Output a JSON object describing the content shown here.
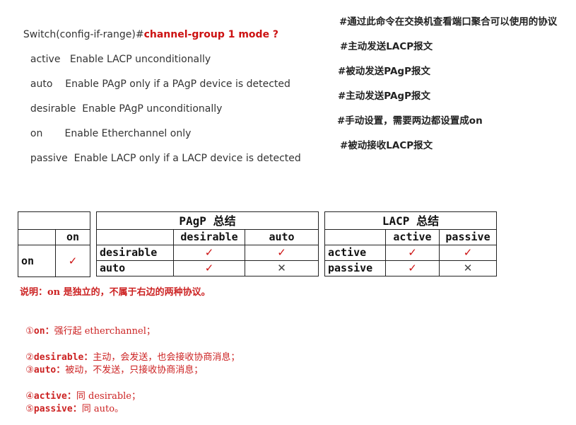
{
  "command": {
    "prompt": "Switch(config-if-range)#",
    "input": "channel-group 1 mode ?",
    "comment": "#通过此命令在交换机查看端口聚合可以使用的协议"
  },
  "modes": [
    {
      "keyword": "active",
      "description": "Enable LACP unconditionally",
      "comment": "#主动发送LACP报文"
    },
    {
      "keyword": "auto",
      "description": "Enable PAgP only if a PAgP device is detected",
      "comment": "#被动发送PAgP报文"
    },
    {
      "keyword": "desirable",
      "description": "Enable PAgP unconditionally",
      "comment": "#主动发送PAgP报文"
    },
    {
      "keyword": "on",
      "description": "Enable Etherchannel only",
      "comment": "#手动设置，需要两边都设置成on"
    },
    {
      "keyword": "passive",
      "description": "Enable LACP only if a LACP device is detected",
      "comment": "#被动接收LACP报文"
    }
  ],
  "tables": {
    "on": {
      "title": "",
      "col_headers": [
        "on"
      ],
      "rows": [
        {
          "label": "on",
          "cells": [
            "check"
          ]
        }
      ]
    },
    "pagp": {
      "title": "PAgP 总结",
      "col_headers": [
        "desirable",
        "auto"
      ],
      "rows": [
        {
          "label": "desirable",
          "cells": [
            "check",
            "check"
          ]
        },
        {
          "label": "auto",
          "cells": [
            "check",
            "cross"
          ]
        }
      ]
    },
    "lacp": {
      "title": "LACP 总结",
      "col_headers": [
        "active",
        "passive"
      ],
      "rows": [
        {
          "label": "active",
          "cells": [
            "check",
            "check"
          ]
        },
        {
          "label": "passive",
          "cells": [
            "check",
            "cross"
          ]
        }
      ]
    }
  },
  "symbols": {
    "check": "✓",
    "cross": "✕"
  },
  "notes": {
    "summary": "说明：on 是独立的，不属于右边的两种协议。",
    "items": [
      {
        "marker": "①",
        "keyword": "on：",
        "text": "强行起 etherchannel；"
      },
      {
        "marker": "②",
        "keyword": "desirable：",
        "text": "主动，会发送，也会接收协商消息；"
      },
      {
        "marker": "③",
        "keyword": "auto：",
        "text": "被动，不发送，只接收协商消息；"
      },
      {
        "marker": "④",
        "keyword": "active：",
        "text": "同 desirable；"
      },
      {
        "marker": "⑤",
        "keyword": "passive：",
        "text": "同 auto。"
      }
    ]
  },
  "colors": {
    "accent_red": "#cc1111",
    "text": "#333333",
    "border": "#222222"
  }
}
